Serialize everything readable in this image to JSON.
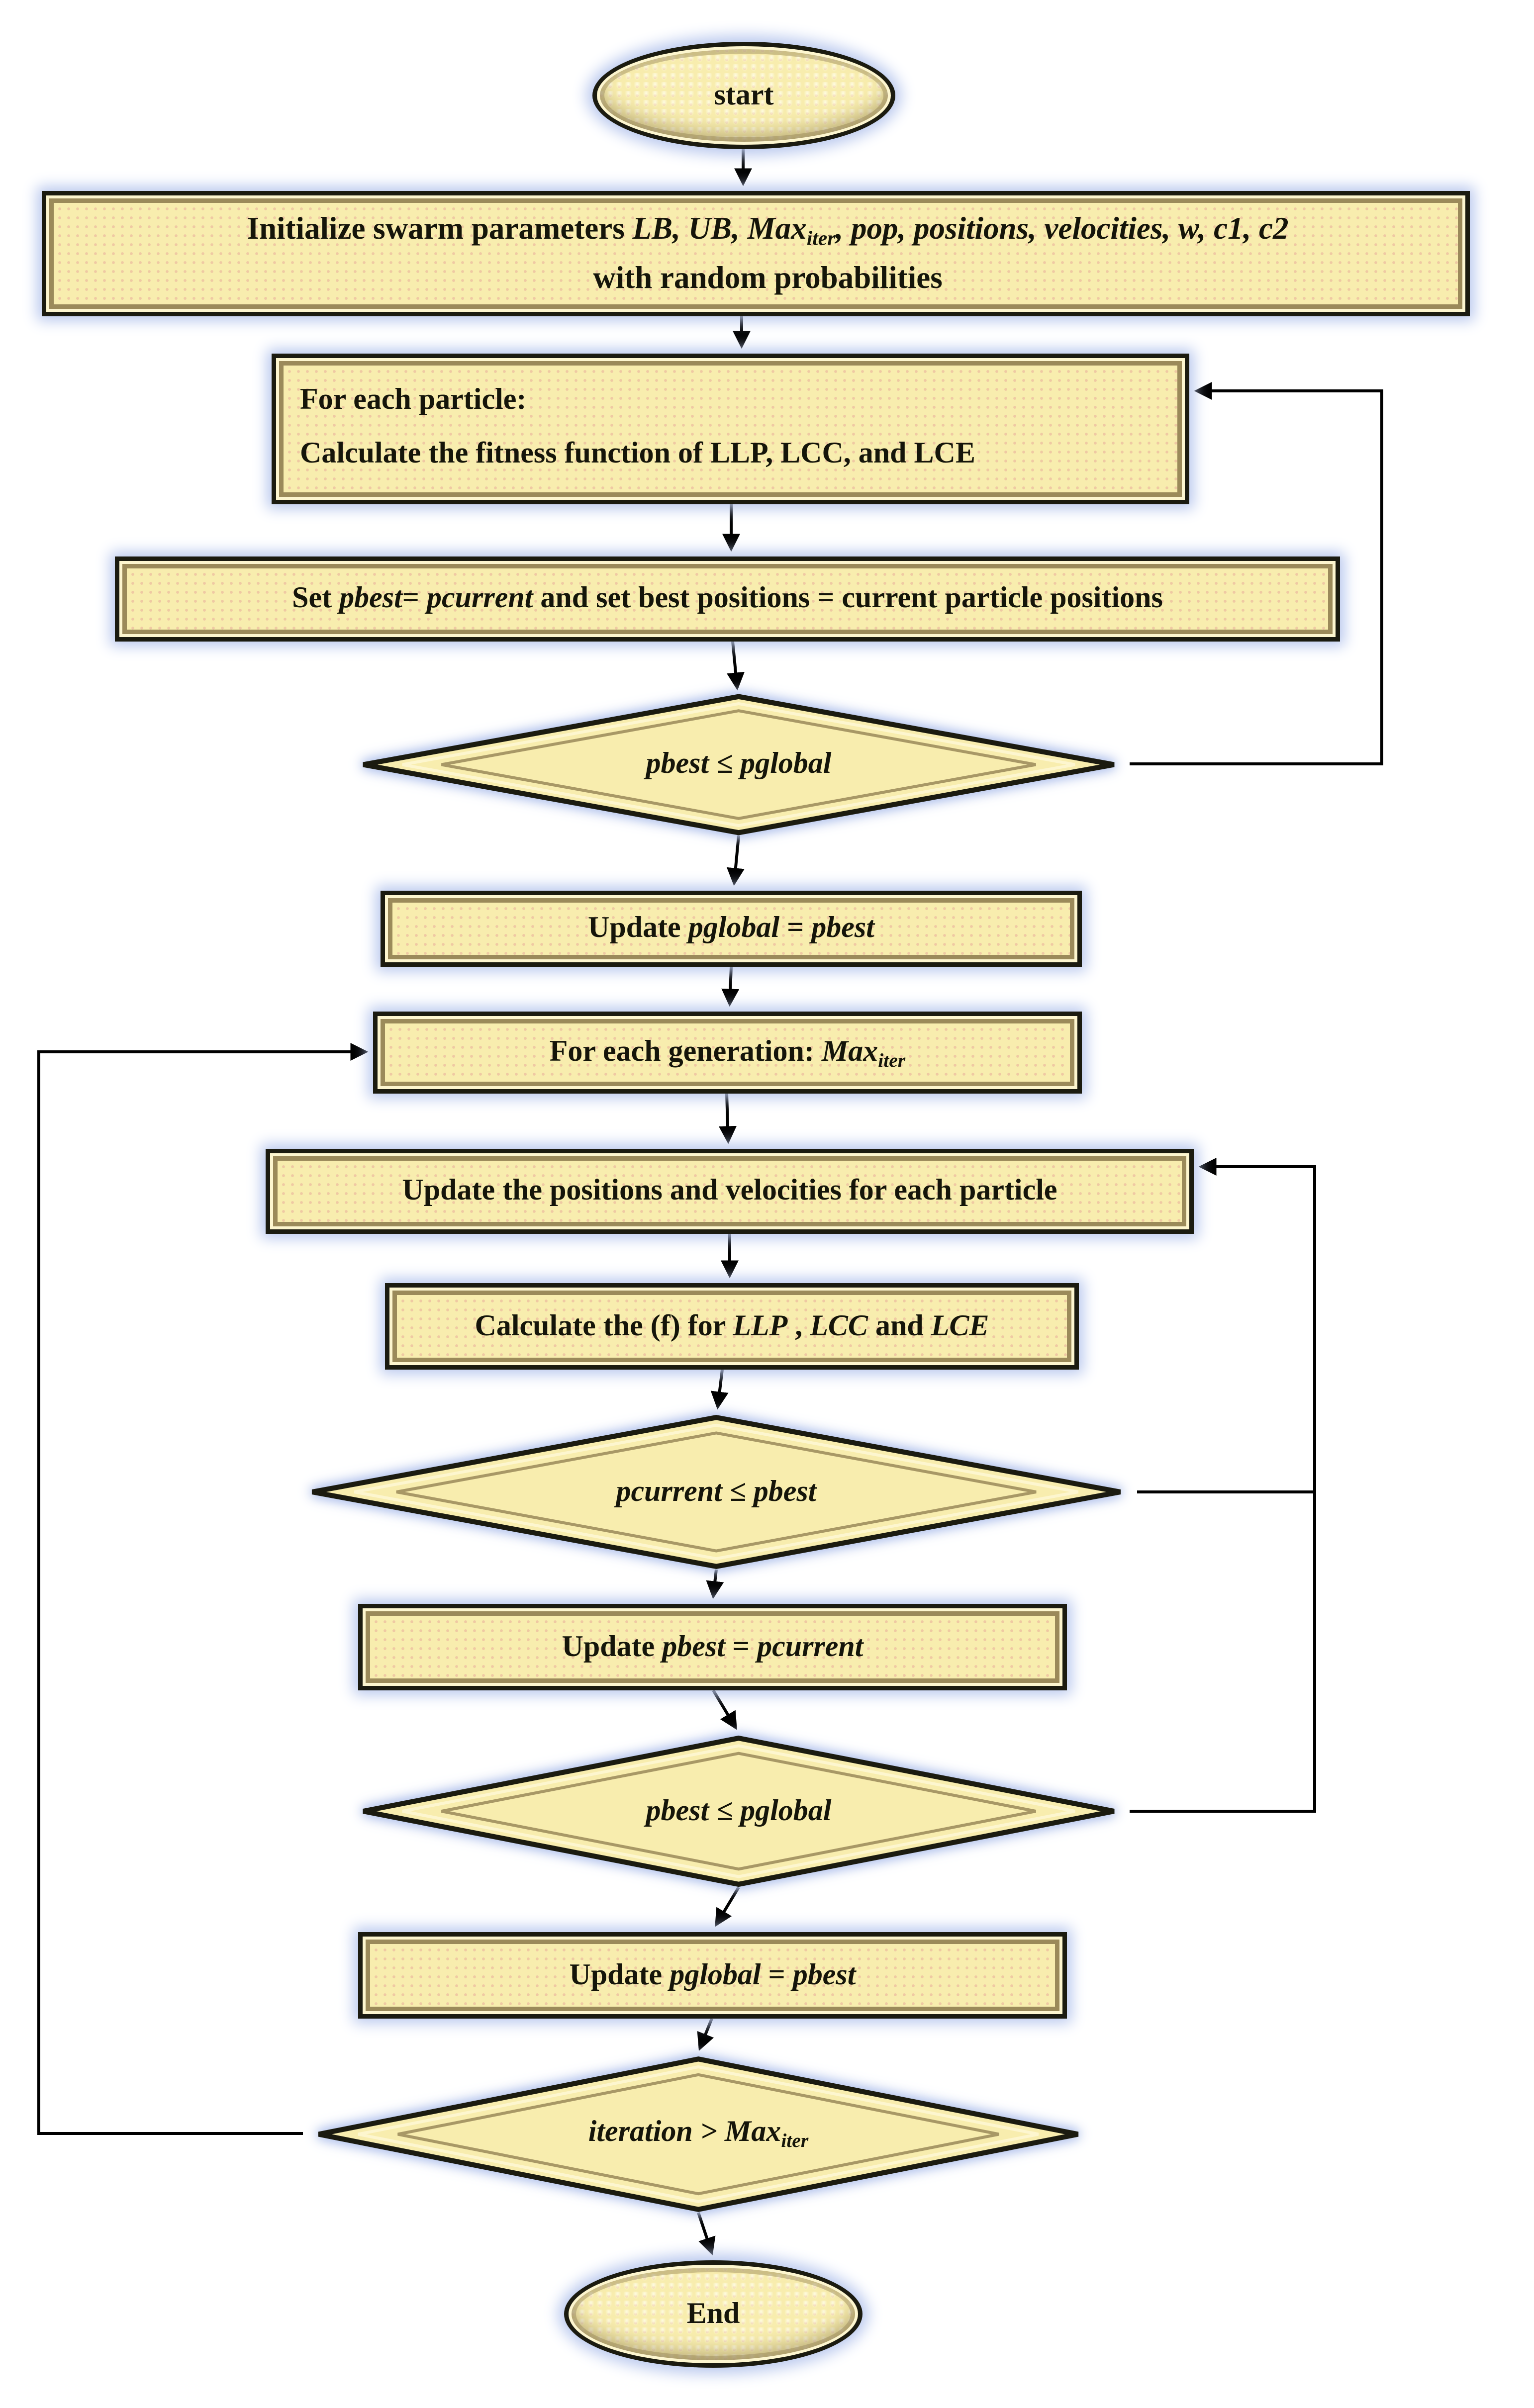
{
  "colors": {
    "background": "#ffffff",
    "node_fill": "#f8edae",
    "node_dot": "#efc9a3",
    "node_border": "#1b1b10",
    "bevel_light": "#fdf6cf",
    "bevel_dark": "#9b8a5a",
    "glow": "#b9c8ee",
    "connector": "#000000"
  },
  "nodes": {
    "start": {
      "type": "terminator",
      "segments": [
        {
          "t": "start"
        }
      ]
    },
    "init": {
      "type": "process",
      "lines": [
        [
          {
            "t": "Initialize swarm parameters "
          },
          {
            "t": "LB",
            "it": true
          },
          {
            "t": ", ",
            "it": true
          },
          {
            "t": "UB",
            "it": true
          },
          {
            "t": ", ",
            "it": true
          },
          {
            "t": "Max",
            "it": true
          },
          {
            "t": "iter",
            "it": true,
            "sub": true
          },
          {
            "t": ", pop, positions, velocities,  w, c1, c2",
            "it": true
          }
        ],
        [
          {
            "t": "with random probabilities"
          }
        ]
      ]
    },
    "particle": {
      "type": "process",
      "lines": [
        [
          {
            "t": "For each particle:"
          }
        ],
        [
          {
            "t": "Calculate the fitness function of LLP, LCC, and LCE"
          }
        ]
      ]
    },
    "setpbest": {
      "type": "process",
      "segments": [
        {
          "t": "Set "
        },
        {
          "t": "pbest",
          "it": true
        },
        {
          "t": "= "
        },
        {
          "t": "pcurrent",
          "it": true
        },
        {
          "t": " and set best positions = current particle positions"
        }
      ]
    },
    "decision1": {
      "type": "decision",
      "segments": [
        {
          "t": "pbest ≤ pglobal",
          "it": true
        }
      ]
    },
    "updatePglobal1": {
      "type": "process",
      "segments": [
        {
          "t": "Update "
        },
        {
          "t": "pglobal",
          "it": true
        },
        {
          "t": " = "
        },
        {
          "t": "pbest",
          "it": true
        }
      ]
    },
    "generation": {
      "type": "process",
      "segments": [
        {
          "t": "For each generation: "
        },
        {
          "t": "Max",
          "it": true
        },
        {
          "t": "iter",
          "it": true,
          "sub": true
        }
      ]
    },
    "updatePositions": {
      "type": "process",
      "segments": [
        {
          "t": "Update the positions and velocities for each particle"
        }
      ]
    },
    "calculateF": {
      "type": "process",
      "segments": [
        {
          "t": "Calculate the (f) for "
        },
        {
          "t": "LLP",
          "it": true
        },
        {
          "t": " , "
        },
        {
          "t": "LCC",
          "it": true
        },
        {
          "t": " and "
        },
        {
          "t": "LCE",
          "it": true
        }
      ]
    },
    "decisionPcurrent": {
      "type": "decision",
      "segments": [
        {
          "t": "pcurrent ≤ pbest",
          "it": true
        }
      ]
    },
    "updatePbest": {
      "type": "process",
      "segments": [
        {
          "t": "Update "
        },
        {
          "t": "pbest",
          "it": true
        },
        {
          "t": " = "
        },
        {
          "t": "pcurrent",
          "it": true
        }
      ]
    },
    "decision2": {
      "type": "decision",
      "segments": [
        {
          "t": "pbest ≤ pglobal",
          "it": true
        }
      ]
    },
    "updatePglobal2": {
      "type": "process",
      "segments": [
        {
          "t": "Update "
        },
        {
          "t": "pglobal",
          "it": true
        },
        {
          "t": " = "
        },
        {
          "t": "pbest",
          "it": true
        }
      ]
    },
    "decisionIteration": {
      "type": "decision",
      "segments": [
        {
          "t": "iteration > Max",
          "it": true
        },
        {
          "t": "iter",
          "it": true,
          "sub": true
        }
      ]
    },
    "end": {
      "type": "terminator",
      "segments": [
        {
          "t": "End"
        }
      ]
    }
  }
}
